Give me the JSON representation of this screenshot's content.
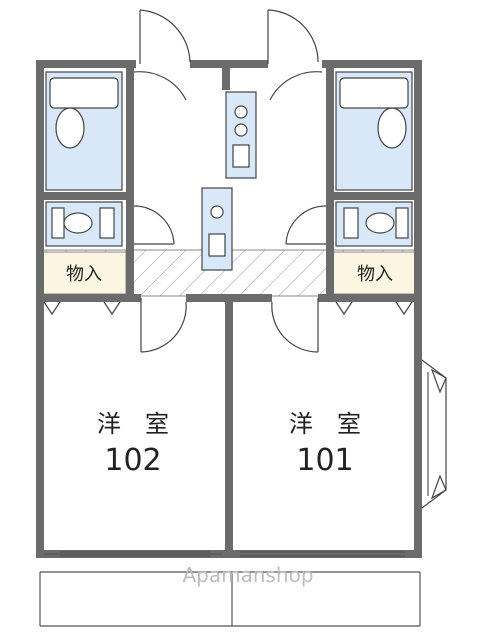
{
  "rooms": {
    "left": {
      "label": "洋　室",
      "number": "102"
    },
    "right": {
      "label": "洋　室",
      "number": "101"
    }
  },
  "storage": {
    "left": "物入",
    "right": "物入"
  },
  "watermark": "Apamanshop"
}
